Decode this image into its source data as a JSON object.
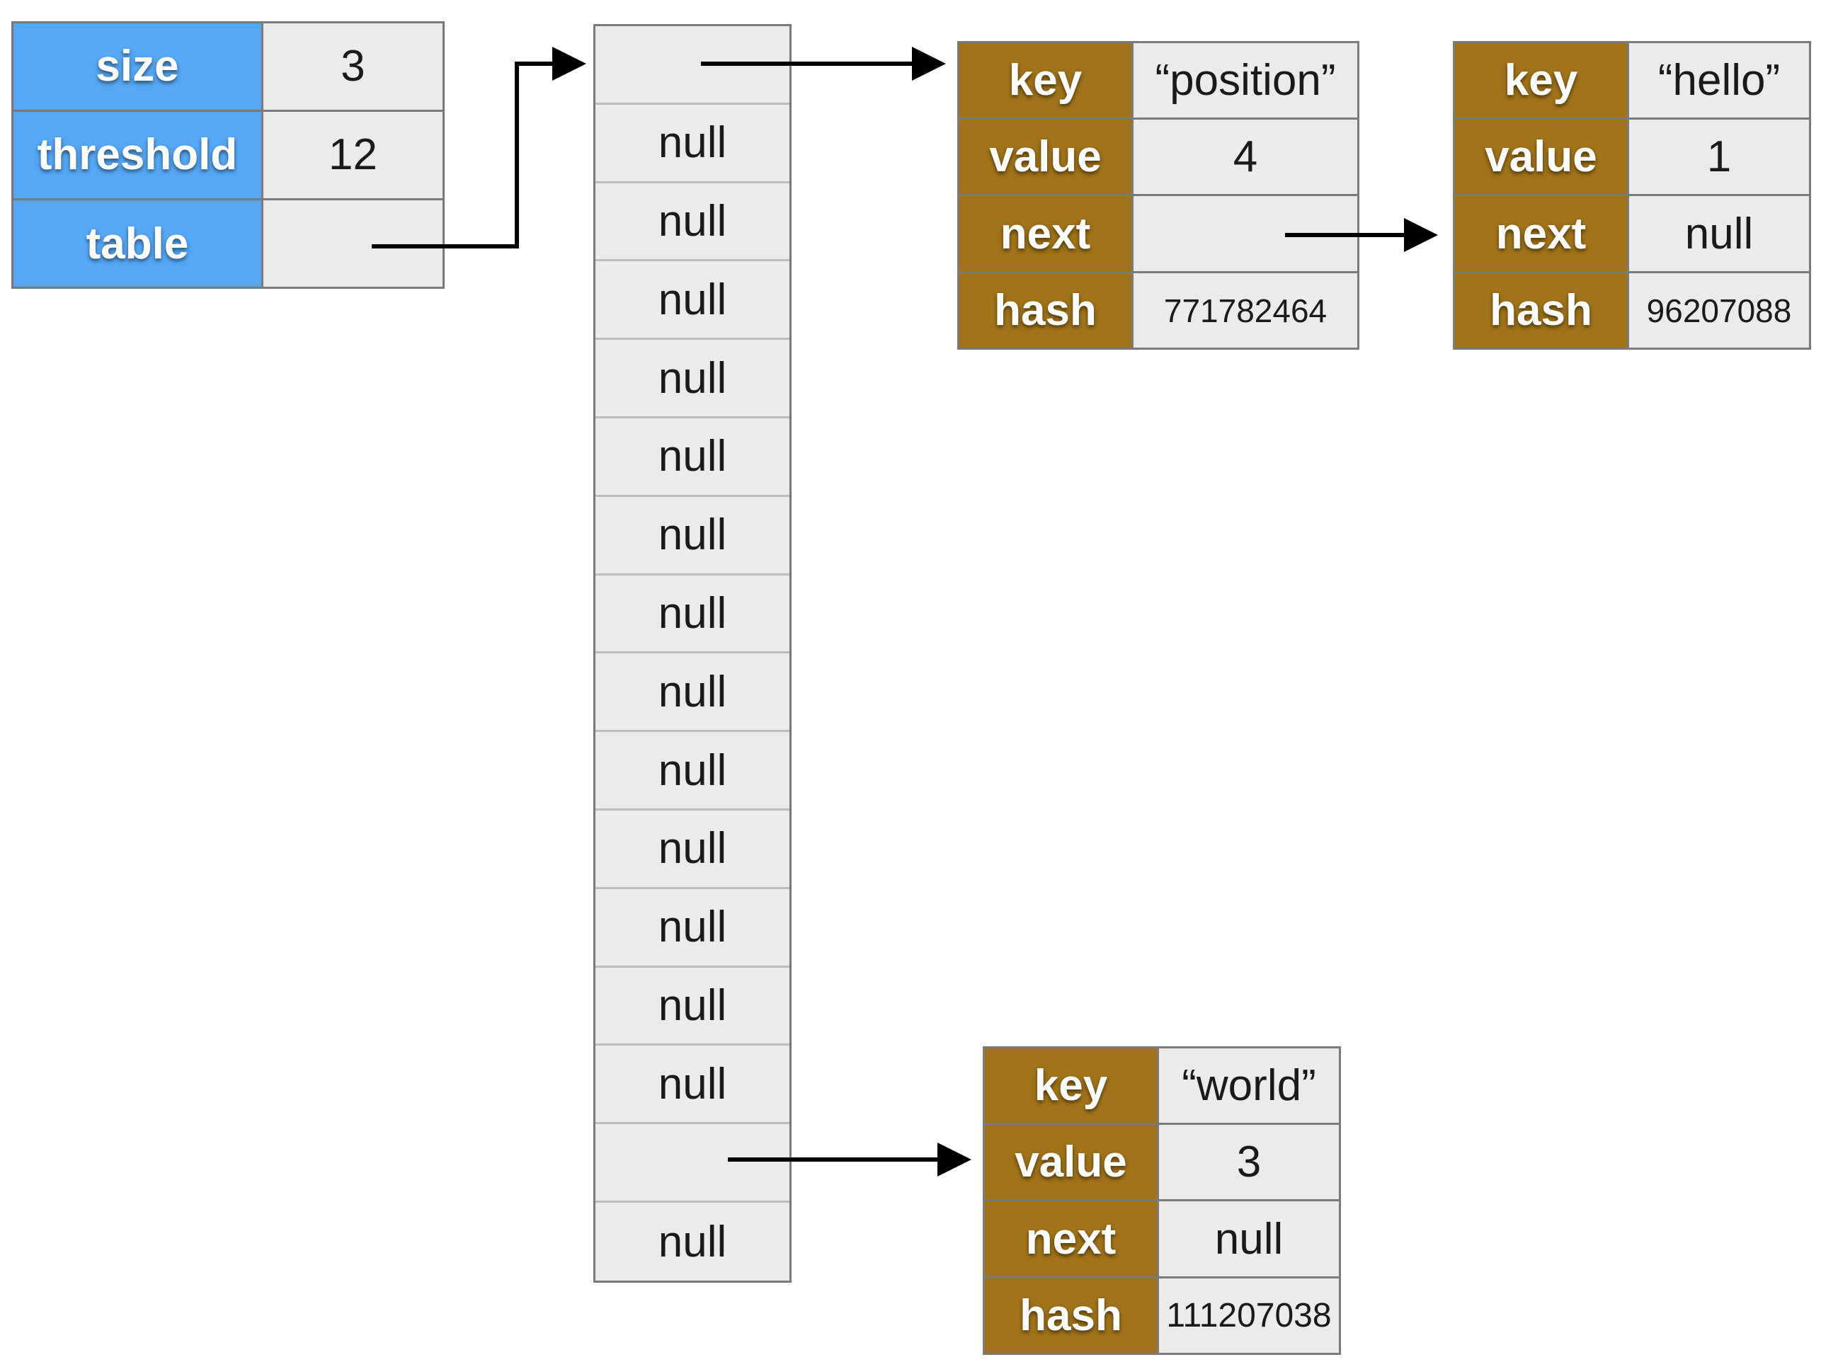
{
  "hashmap": {
    "size_label": "size",
    "size_value": "3",
    "threshold_label": "threshold",
    "threshold_value": "12",
    "table_label": "table",
    "table_value": ""
  },
  "table_slots": [
    "",
    "null",
    "null",
    "null",
    "null",
    "null",
    "null",
    "null",
    "null",
    "null",
    "null",
    "null",
    "null",
    "null",
    "",
    "null"
  ],
  "entries": {
    "position": {
      "key_label": "key",
      "key": "“position”",
      "value_label": "value",
      "value": "4",
      "next_label": "next",
      "next": "",
      "hash_label": "hash",
      "hash": "771782464"
    },
    "hello": {
      "key_label": "key",
      "key": "“hello”",
      "value_label": "value",
      "value": "1",
      "next_label": "next",
      "next": "null",
      "hash_label": "hash",
      "hash": "96207088"
    },
    "world": {
      "key_label": "key",
      "key": "“world”",
      "value_label": "value",
      "value": "3",
      "next_label": "next",
      "next": "null",
      "hash_label": "hash",
      "hash": "111207038"
    }
  },
  "colors": {
    "header_label_bg": "#56a8f5",
    "entry_label_bg": "#a0731a",
    "cell_bg": "#ebebeb",
    "border": "#7a7a7a"
  }
}
